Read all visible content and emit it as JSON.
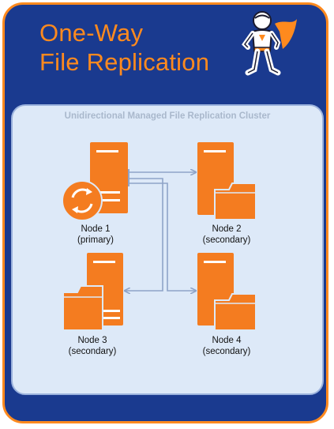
{
  "header": {
    "title_line1": "One-Way",
    "title_line2": "File Replication"
  },
  "cluster": {
    "title": "Unidirectional Managed File Replication Cluster"
  },
  "nodes": [
    {
      "name": "Node 1",
      "role": "(primary)"
    },
    {
      "name": "Node 2",
      "role": "(secondary)"
    },
    {
      "name": "Node 3",
      "role": "(secondary)"
    },
    {
      "name": "Node 4",
      "role": "(secondary)"
    }
  ],
  "colors": {
    "brand_orange": "#ff8a1e",
    "card_blue": "#1a3a8f",
    "cluster_fill": "#dde9f8",
    "connector": "#8fa4c8"
  },
  "icons": [
    "superhero-mascot-icon",
    "server-icon",
    "sync-icon",
    "folder-icon",
    "arrow-icon"
  ]
}
